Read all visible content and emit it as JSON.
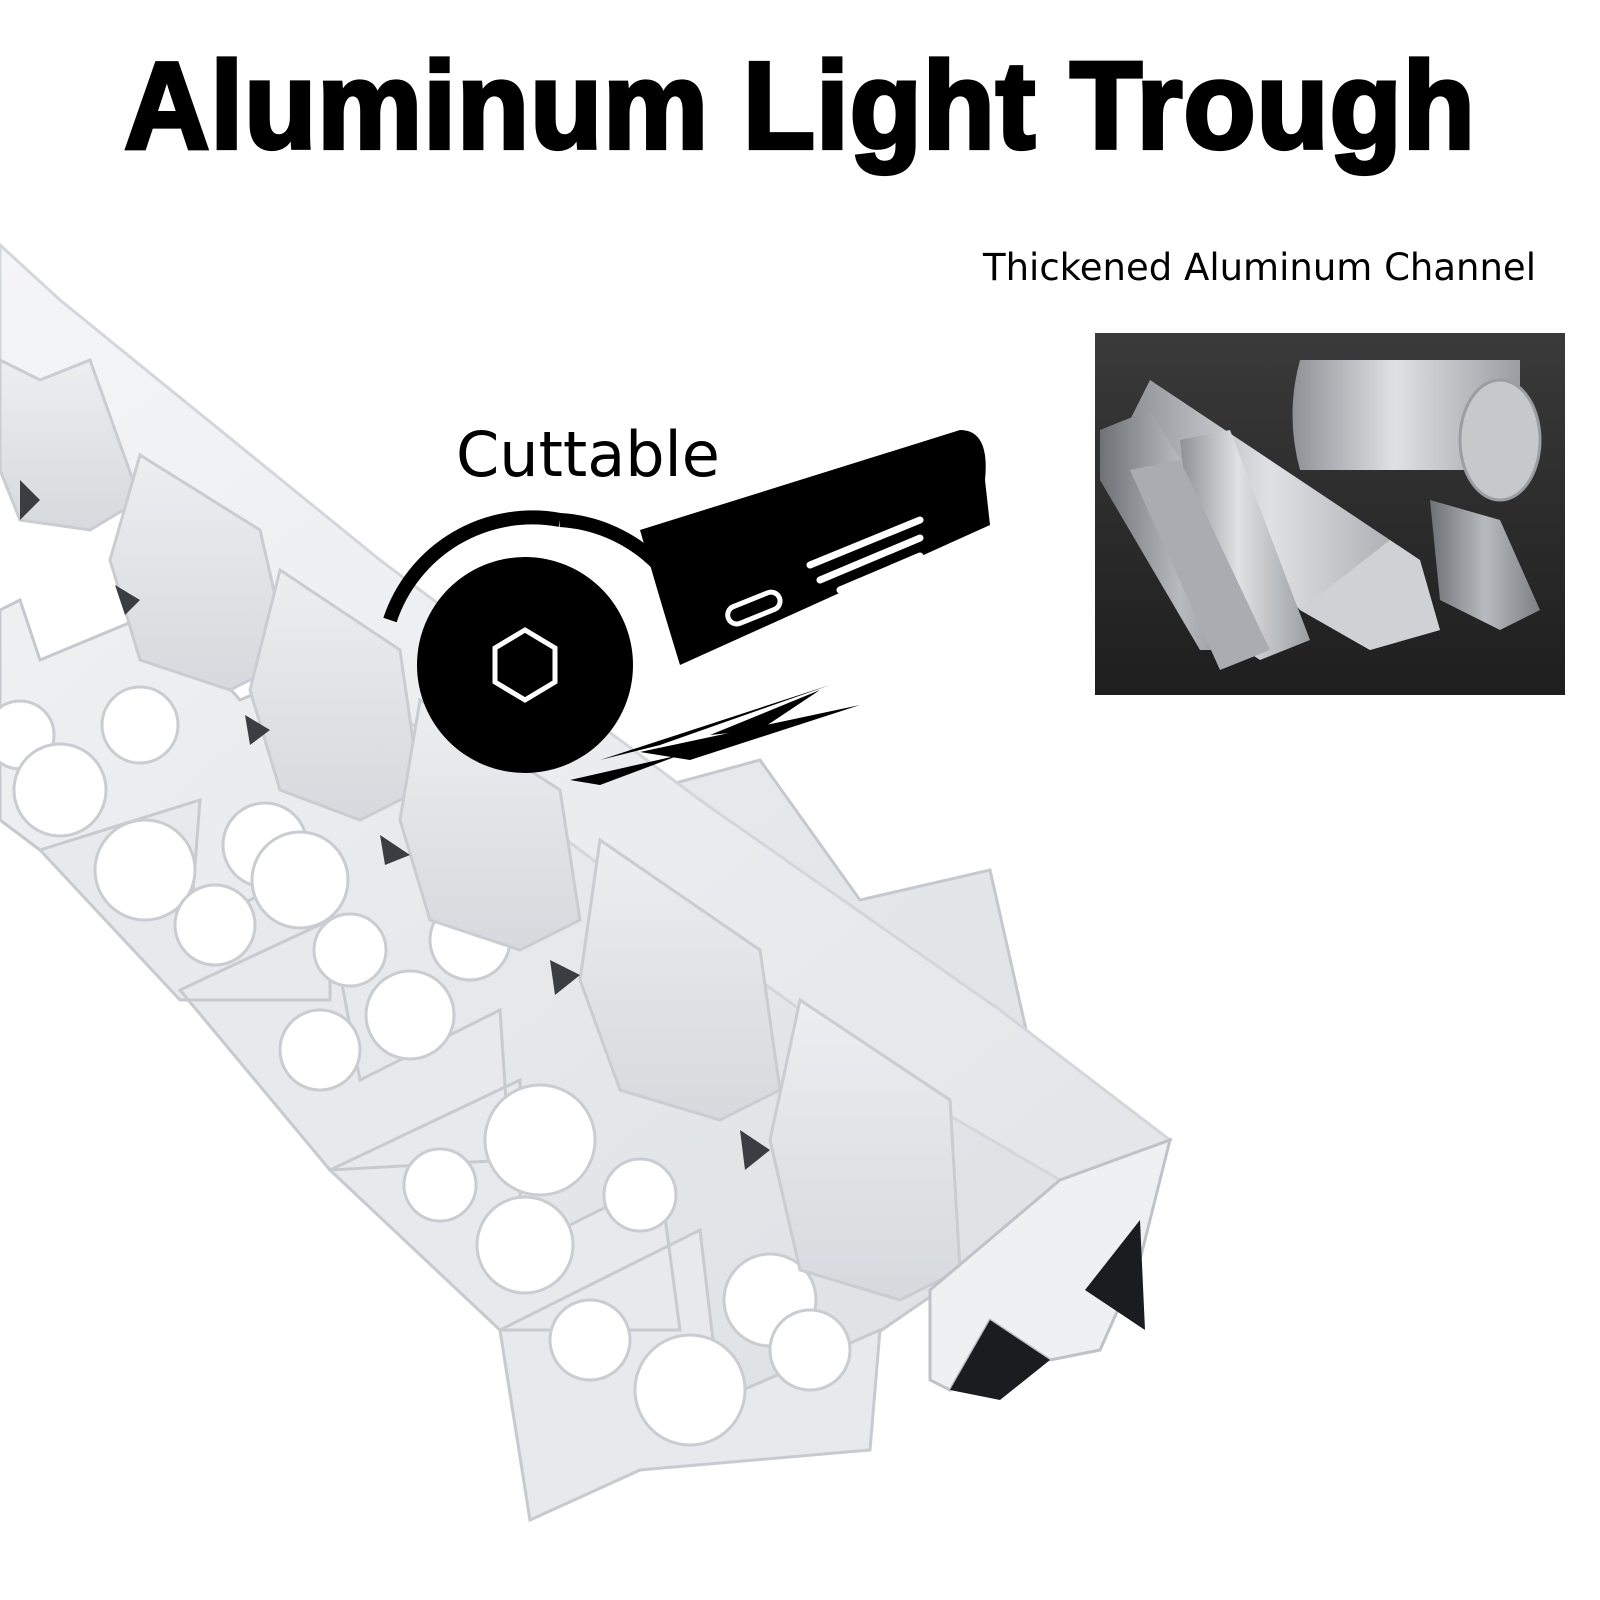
{
  "title": "Aluminum Light Trough",
  "callouts": {
    "cuttable": "Cuttable",
    "thickened": "Thickened Aluminum Channel"
  },
  "icons": {
    "cutter": "angle-grinder-icon",
    "inset": "aluminum-bars-photo"
  },
  "colors": {
    "profile_white": "#e9ebed",
    "profile_shadow": "#c9ccd1",
    "inset_bg": "#2b2b2b",
    "metal": "#b9bcc0"
  }
}
